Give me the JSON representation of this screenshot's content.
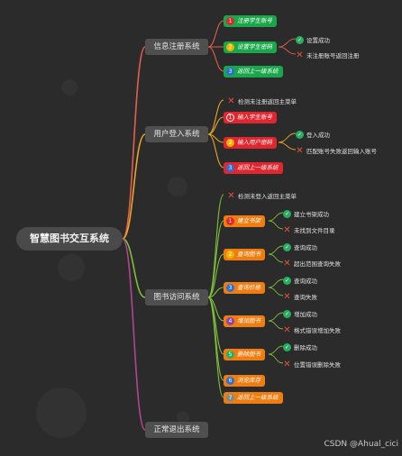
{
  "root": "智慧图书交互系统",
  "colors": {
    "background": "#2b2b2b",
    "line_register": "#e2604a",
    "line_login": "#e8a628",
    "line_library": "#7fbf3a",
    "line_exit": "#b0468f",
    "green_node": "#1aa64a",
    "red_node": "#e0262e",
    "orange_node": "#f07d10"
  },
  "register": {
    "label": "信息注册系统",
    "items": [
      {
        "num": "1",
        "label": "注册学生账号"
      },
      {
        "num": "2",
        "label": "设置学生密码",
        "results": [
          {
            "icon": "check-icon",
            "text": "设置成功"
          },
          {
            "icon": "cross-icon",
            "text": "未注册账号返回注册"
          }
        ]
      },
      {
        "num": "3",
        "label": "返回上一级系统"
      }
    ]
  },
  "login": {
    "label": "用户登入系统",
    "top_leaf": {
      "icon": "cross-icon",
      "text": "检测未注册返回主菜单"
    },
    "items": [
      {
        "num": "1",
        "label": "输入学生账号"
      },
      {
        "num": "2",
        "label": "输入用户密码",
        "results": [
          {
            "icon": "check-icon",
            "text": "登入成功"
          },
          {
            "icon": "cross-icon",
            "text": "匹配账号失败返回输入账号"
          }
        ]
      },
      {
        "num": "3",
        "label": "返回上一级系统"
      }
    ]
  },
  "library": {
    "label": "图书访问系统",
    "top_leaf": {
      "icon": "cross-icon",
      "text": "检测未登入返回主菜单"
    },
    "items": [
      {
        "num": "1",
        "label": "建立书架",
        "results": [
          {
            "icon": "check-icon",
            "text": "建立书架成功"
          },
          {
            "icon": "cross-icon",
            "text": "未找到文件目录"
          }
        ]
      },
      {
        "num": "2",
        "label": "查询图书",
        "results": [
          {
            "icon": "check-icon",
            "text": "查询成功"
          },
          {
            "icon": "cross-icon",
            "text": "超出范围查询失败"
          }
        ]
      },
      {
        "num": "3",
        "label": "查询价格",
        "results": [
          {
            "icon": "check-icon",
            "text": "查询成功"
          },
          {
            "icon": "cross-icon",
            "text": "查询失败"
          }
        ]
      },
      {
        "num": "4",
        "label": "增加图书",
        "results": [
          {
            "icon": "check-icon",
            "text": "增加成功"
          },
          {
            "icon": "cross-icon",
            "text": "格式错误增加失败"
          }
        ]
      },
      {
        "num": "5",
        "label": "删除图书",
        "results": [
          {
            "icon": "check-icon",
            "text": "删除成功"
          },
          {
            "icon": "cross-icon",
            "text": "位置错误删除失败"
          }
        ]
      },
      {
        "num": "6",
        "label": "浏览库存"
      },
      {
        "num": "7",
        "label": "返回上一级系统"
      }
    ]
  },
  "exit": {
    "label": "正常退出系统"
  },
  "watermark": "CSDN @Ahual_cici"
}
